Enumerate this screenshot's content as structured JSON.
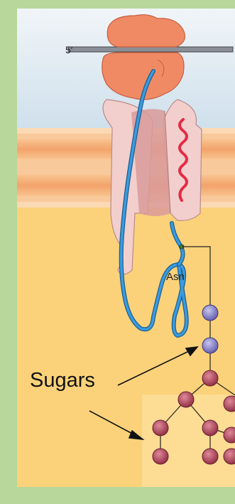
{
  "labels": {
    "five_prime": "5′",
    "asn": "Asn",
    "sugars": "Sugars"
  },
  "colors": {
    "outer_frame": "#b7d89a",
    "cytosol": "#e6eff6",
    "lumen": "#fbcf68",
    "membrane": "#f6b07a",
    "ribosome": "#f08a65",
    "translocon": "#f2cfcc",
    "translocon_channel": "#d99a9a",
    "peptide_chain": "#2d87c7",
    "signal_peptide": "#e52a46",
    "glucose": "#8a86c9",
    "mannose": "#b0455c"
  },
  "icons": {
    "ribosome": "ribosome-icon",
    "translocon": "translocon-icon",
    "mrna": "mrna-strand-icon"
  }
}
